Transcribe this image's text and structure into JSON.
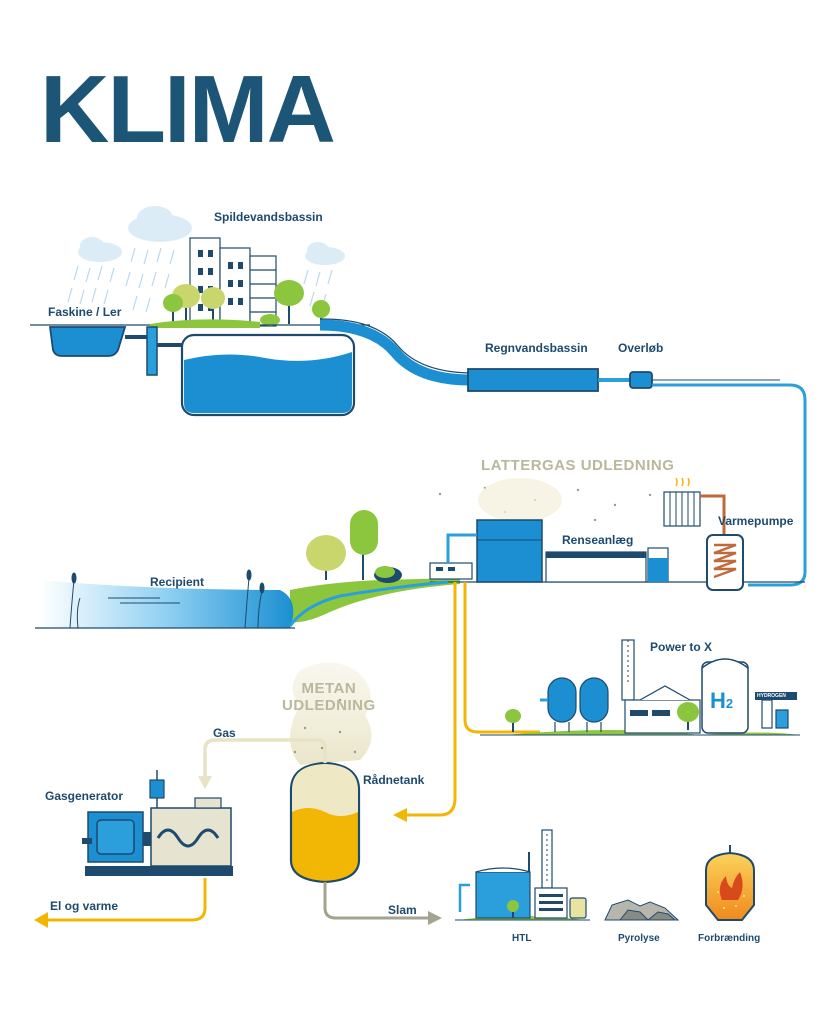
{
  "logo": {
    "text": "KLIMA"
  },
  "labels": {
    "spildevandsbassin": "Spildevandsbassin",
    "faskine": "Faskine / Ler",
    "regnvandsbassin": "Regnvandsbassin",
    "overlob": "Overløb",
    "lattergas": "LATTERGAS UDLEDNING",
    "renseanlaeg": "Renseanlæg",
    "varmepumpe": "Varmepumpe",
    "recipient": "Recipient",
    "power_to_x": "Power to X",
    "metan_line1": "METAN",
    "metan_line2": "UDLEDNING",
    "gas": "Gas",
    "raadnetank": "Rådnetank",
    "gasgenerator": "Gasgenerator",
    "el_og_varme": "El og varme",
    "slam": "Slam",
    "htl": "HTL",
    "pyrolyse": "Pyrolyse",
    "forbraending": "Forbrænding",
    "h2": "H",
    "h2_sub": "2",
    "hydrogen_sign": "HYDROGEN"
  },
  "colors": {
    "navy": "#1e4a6e",
    "water": "#1b8fd1",
    "pipe_blue": "#2a9fdc",
    "yellow": "#f2b705",
    "grass": "#8cc63f",
    "copper": "#c0693a",
    "gas_beige": "#e8e3c4",
    "grey_arrow": "#a3a38f"
  }
}
